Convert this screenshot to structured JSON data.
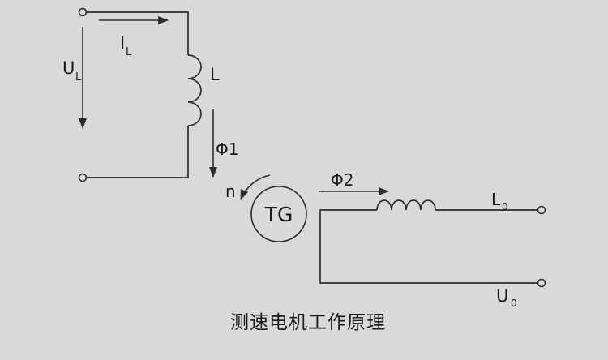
{
  "colors": {
    "background": "#d9d9d9",
    "line": "#2d2d2d",
    "text": "#1a1a1a"
  },
  "labels": {
    "input_current": {
      "base": "I",
      "sub": "L"
    },
    "input_voltage": {
      "base": "U",
      "sub": "L"
    },
    "input_inductor": "L",
    "flux1": "Φ1",
    "speed": "n",
    "generator": "TG",
    "flux2": "Φ2",
    "output_inductor": {
      "base": "L",
      "sub": "0"
    },
    "output_voltage": {
      "base": "U",
      "sub": "0"
    }
  },
  "caption": "测速电机工作原理"
}
